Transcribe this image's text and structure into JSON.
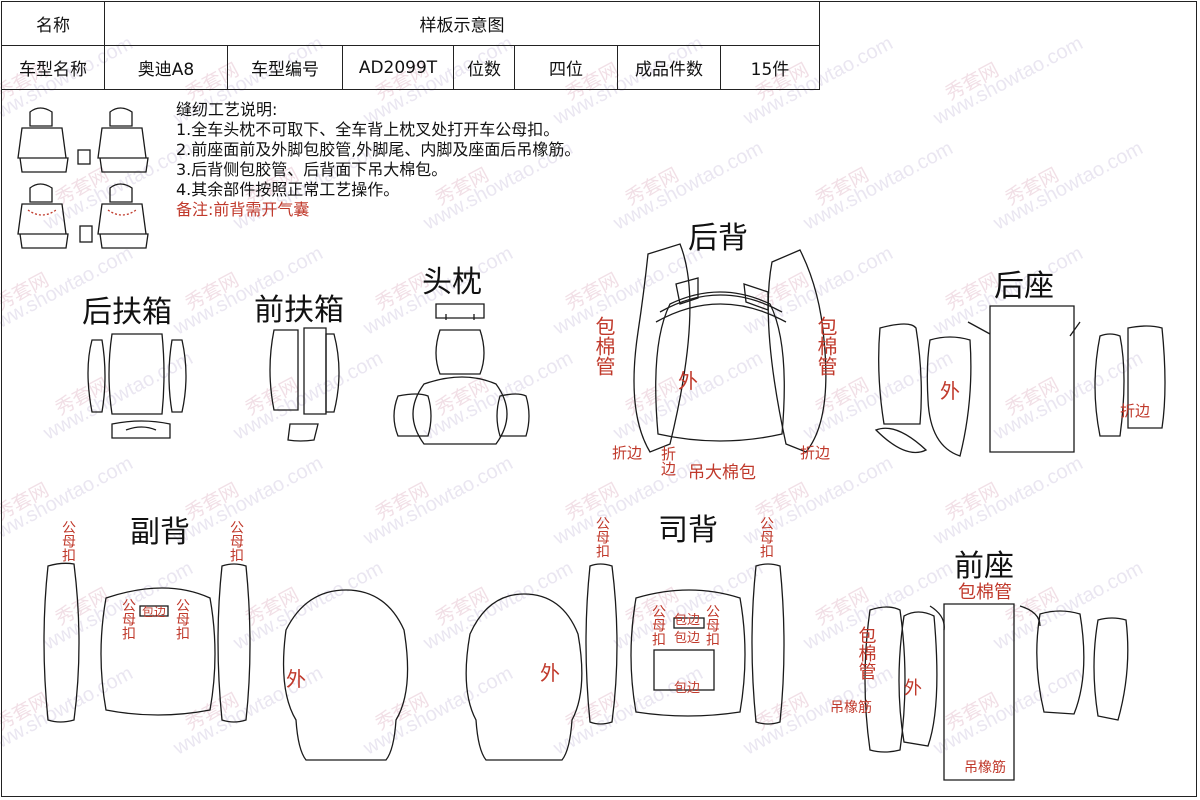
{
  "header": {
    "name_label": "名称",
    "name_value": "样板示意图",
    "model_name_label": "车型名称",
    "model_name_value": "奥迪A8",
    "model_code_label": "车型编号",
    "model_code_value": "AD2099T",
    "seats_label": "位数",
    "seats_value": "四位",
    "pieces_label": "成品件数",
    "pieces_value": "15件"
  },
  "notes": {
    "title": "缝纫工艺说明:",
    "items": [
      "1.全车头枕不可取下、全车背上枕叉处打开车公母扣。",
      "2.前座面前及外脚包胶管,外脚尾、内脚及座面后吊橡筋。",
      "3.后背侧包胶管、后背面下吊大棉包。",
      "4.其余部件按照正常工艺操作。"
    ],
    "remark": "备注:前背需开气囊"
  },
  "sections": {
    "rear_armrest": "后扶箱",
    "front_armrest": "前扶箱",
    "headrest": "头枕",
    "rear_back": "后背",
    "rear_seat": "后座",
    "passenger_back": "副背",
    "driver_back": "司背",
    "front_seat": "前座"
  },
  "annotations": {
    "male_female_button_v": "公母扣",
    "male_female_button_left": "公母扣",
    "pipe_v": "包棉管",
    "outer": "外",
    "fold": "折边",
    "fold_v": "折边",
    "hang_cotton": "吊大棉包",
    "wrap_edge": "包边",
    "elastic": "吊橡筋",
    "pipe_h": "包棉管"
  },
  "watermark": {
    "site": "www.showtao.com",
    "brand": "秀套网"
  },
  "colors": {
    "line": "#1a1a1a",
    "annotation": "#c0392b",
    "watermark_blue": "#b9c7ec",
    "watermark_pink": "#e9b7c8"
  }
}
